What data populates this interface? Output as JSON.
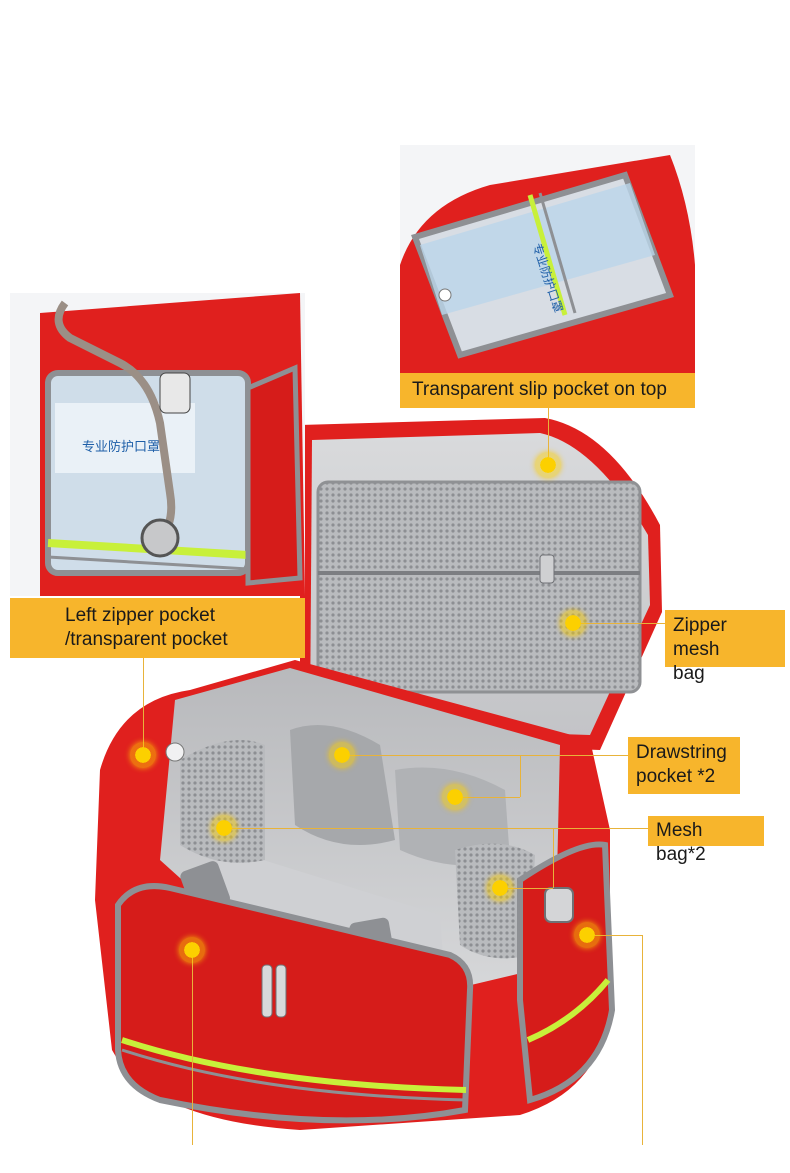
{
  "callouts": {
    "top_pocket": "Transparent slip pocket on top",
    "left_pocket": "Left zipper pocket\n/transparent pocket",
    "zipper_mesh": "Zipper mesh\nbag",
    "drawstring": "Drawstring\npocket *2",
    "mesh_bag": "Mesh bag*2"
  },
  "inset_text": {
    "mask_package_label": "专业防护口罩"
  },
  "colors": {
    "bag_red": "#e0201e",
    "lining_grey": "#c9cacc",
    "reflective_strip": "#c8f03a",
    "label_background": "#f7b52c",
    "marker_dot": "#fcd000"
  }
}
